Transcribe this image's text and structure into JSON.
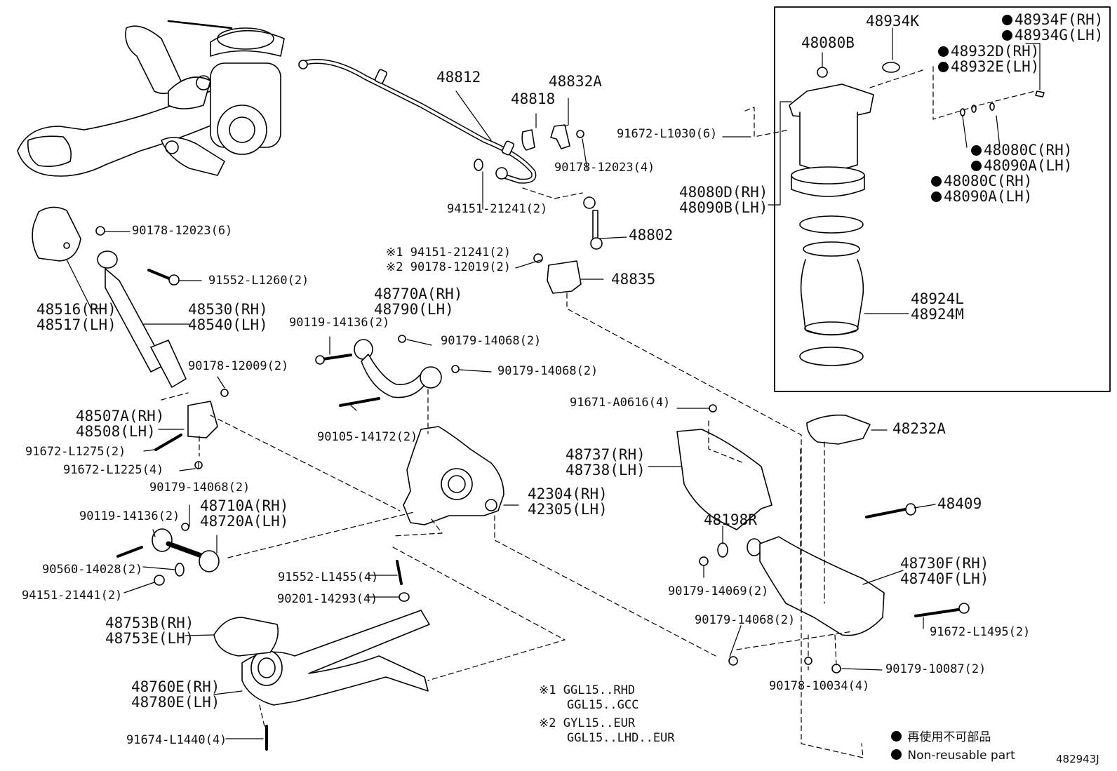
{
  "labels": {
    "p48934K": "48934K",
    "p48934F": "48934F(RH)",
    "p48934G": "48934G(LH)",
    "p48080B": "48080B",
    "p48932D": "48932D(RH)",
    "p48932E": "48932E(LH)",
    "p48812": "48812",
    "p48832A": "48832A",
    "p48818": "48818",
    "p91672_L1030": "91672-L1030(6)",
    "p90178_12023_4": "90178-12023(4)",
    "p48080C_a": "48080C(RH)",
    "p48090A_a": "48090A(LH)",
    "p48080C_b": "48080C(RH)",
    "p48090A_b": "48090A(LH)",
    "p48080D": "48080D(RH)",
    "p48090B": "48090B(LH)",
    "p94151_21241": "94151-21241(2)",
    "p90178_12023_6": "90178-12023(6)",
    "p48802": "48802",
    "m1_94151": "※1 94151-21241(2)",
    "m2_90178": "※2 90178-12019(2)",
    "p48835": "48835",
    "p91552_L1260": "91552-L1260(2)",
    "p48516": "48516(RH)",
    "p48517": "48517(LH)",
    "p48530": "48530(RH)",
    "p48540": "48540(LH)",
    "p48770A": "48770A(RH)",
    "p48790": "48790(LH)",
    "p48924L": "48924L",
    "p48924M": "48924M",
    "p90119_14136_a": "90119-14136(2)",
    "p90179_14068_a": "90179-14068(2)",
    "p90179_14068_b": "90179-14068(2)",
    "p90178_12009": "90178-12009(2)",
    "p91671_A0616": "91671-A0616(4)",
    "p48507A": "48507A(RH)",
    "p48508": "48508(LH)",
    "p48232A": "48232A",
    "p90105_14172": "90105-14172(2)",
    "p91672_L1275": "91672-L1275(2)",
    "p48737": "48737(RH)",
    "p48738": "48738(LH)",
    "p91672_L1225": "91672-L1225(4)",
    "p90179_14068_c": "90179-14068(2)",
    "p48710A": "48710A(RH)",
    "p48720A": "48720A(LH)",
    "p42304": "42304(RH)",
    "p42305": "42305(LH)",
    "p48409": "48409",
    "p90119_14136_b": "90119-14136(2)",
    "p48198R": "48198R",
    "p90560_14028": "90560-14028(2)",
    "p48730F": "48730F(RH)",
    "p48740F": "48740F(LH)",
    "p91552_L1455": "91552-L1455(4)",
    "p94151_21441": "94151-21441(2)",
    "p90179_14069": "90179-14069(2)",
    "p90201_14293": "90201-14293(4)",
    "p90179_14068_d": "90179-14068(2)",
    "p91672_L1495": "91672-L1495(2)",
    "p48753B": "48753B(RH)",
    "p48753E": "48753E(LH)",
    "p90179_10087": "90179-10087(2)",
    "p48760E": "48760E(RH)",
    "p48780E": "48780E(LH)",
    "p90178_10034": "90178-10034(4)",
    "p91674_L1440": "91674-L1440(4)"
  },
  "notes": {
    "n1_mark": "※1",
    "n1_line1": "GGL15..RHD",
    "n1_line2": "GGL15..GCC",
    "n2_mark": "※2",
    "n2_line1": "GYL15..EUR",
    "n2_line2": "GGL15..LHD..EUR"
  },
  "legend": {
    "jp": "再使用不可部品",
    "en": "Non-reusable part"
  },
  "diagram_id": "482943J"
}
